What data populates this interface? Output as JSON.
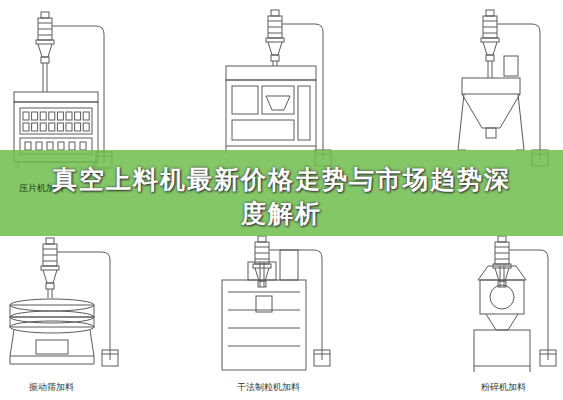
{
  "diagram": {
    "title": "真空上料机最新价格走势与市场趋势深度解析",
    "labels": [
      "压片机加料",
      "振动筛加料",
      "干法制粒机加料",
      "粉碎机加料"
    ]
  }
}
